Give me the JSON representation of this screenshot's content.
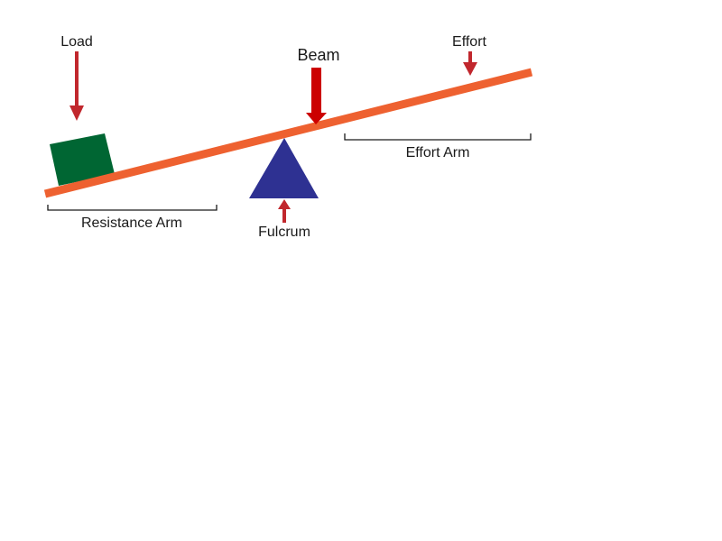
{
  "labels": {
    "load": "Load",
    "beam": "Beam",
    "effort": "Effort",
    "effort_arm": "Effort Arm",
    "resistance_arm": "Resistance Arm",
    "fulcrum": "Fulcrum"
  },
  "colors": {
    "beam": "#ee6130",
    "load_block": "#006633",
    "fulcrum": "#2e3192",
    "arrow_light": "#c1272d",
    "arrow_dark": "#cc0000",
    "text": "#1a1a1a"
  }
}
